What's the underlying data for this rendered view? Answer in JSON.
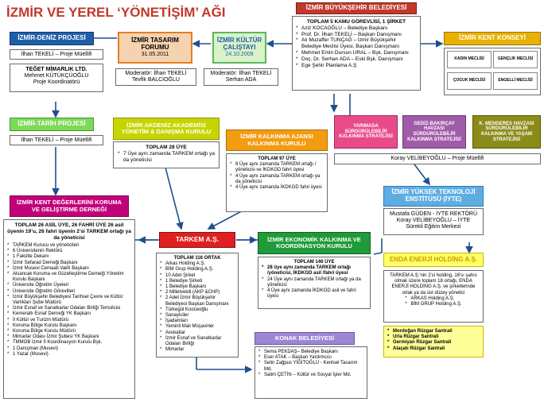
{
  "page_title": "İZMİR VE YEREL ‘YÖNETİŞİM’ AĞI",
  "izmir_buyuksehir": {
    "title": "İZMİR BÜYÜKŞEHİR BELEDİYESİ",
    "heading": "TOPLAM 5 KAMU GÖREVLİSİ, 1 ŞİRKET",
    "items": [
      "Aziz KOCAOĞLU – Belediye Başkanı",
      "Prof. Dr. İlhan TEKELİ – Başkan Danışmanı",
      "Alı Muzaffer TUNÇAĞ – İzmir Büyükşehir Belediye Meclisi Üyesi, Başkan Danışmanı",
      "Mehmet Emin Dursun URAL – Bşk. Danışmanı",
      "Doç. Dr. Serhan ADA – Eski Bşk. Danışmanı",
      "Ege Şehir Planlama A.Ş"
    ]
  },
  "kent_konseyi": {
    "title": "İZMİR KENT KONSEYİ",
    "cells": [
      "KADIN MECLİSİ",
      "GENÇLİK MECLİSİ",
      "ÇOCUK MECLİSİ",
      "ENGELLİ MECLİSİ"
    ]
  },
  "deniz_projesi": {
    "title": "İZMİR-DENİZ PROJESİ",
    "line1": "İlhan TEKELİ – Proje Müellifi",
    "line2": "TEĞET MİMARLIK LTD.",
    "line3": "Mehmet KÜTÜKÇÜOĞLU",
    "line4": "Proje Koordinatörü"
  },
  "tasarim_forumu": {
    "title": "İZMİR TASARIM FORUMU",
    "date": "31.05.2011",
    "line1": "Moderatör: İlhan TEKELİ",
    "line2": "Tevfik BALCIOĞLU"
  },
  "kultur_calistayi": {
    "title": "İZMİR KÜLTÜR ÇALIŞTAYI",
    "date": "24.10.2009",
    "line1": "Moderatör: İlhan TEKELİ",
    "line2": "Serhan ADA"
  },
  "tarih_projesi": {
    "title": "İZMİR-TARİH PROJESİ",
    "line1": "İlhan TEKELİ – Proje Müellifi"
  },
  "akdeniz_akademisi": {
    "title": "İZMİR AKDENİZ AKADEMİSİ YÖNETİM & DANIŞMA KURULU",
    "heading": "TOPLAM 28 ÜYE",
    "items": [
      "7 Üye aynı zamanda TARKEM ortağı ya da yöneticisi"
    ]
  },
  "kalkinma_ajansi": {
    "title": "İZMİR KALKINMA AJANSI KALKINMA KURULU",
    "heading": "TOPLAM 97 ÜYE",
    "items": [
      "8 Üye aynı zamanda TARKEM ortağı / yöneticisi ve İKDKGD fahri üyesi",
      "4 Üye aynı zamanda TARKEM ortağı ya da yöneticisi",
      "4 Üye aynı zamanda İKDKGD fahri üyesi"
    ]
  },
  "strategies": [
    "YARIMADA SÜRDÜRÜLEBİLİR KALKINMA STRATEJİSİ",
    "GEDİZ-BAKIRÇAY HAVZASI SÜRDÜRÜLEBİLİR KALKINMA STRATEJİSİ",
    "K. MENDERES HAVZASI SÜRDÜRÜLEBİLİR KALKINMA VE YAŞAM STRATEJİSİ"
  ],
  "koray_box": "Koray VELİBEYOĞLU – Proje Müellifi",
  "iyte": {
    "title": "İZMİR YÜKSEK TEKNOLOJİ ENSTİTÜSÜ (İYTE)",
    "line1": "Mustafa GÜDEN - İYTE REKTÖRÜ",
    "line2": "Koray VELİBEYOĞLU – İYTE",
    "line3": "Sürekli Eğitim Merkezi"
  },
  "kent_degerleri": {
    "title": "İZMİR KENT DEĞERLERİNİ KORUMA VE GELİŞTİRME DERNEĞİ",
    "heading": "TOPLAM 26 ASİL ÜYE, 26 FAHRİ ÜYE 26 asil üyenin 19’u, 26 fahri üyenin 2’si TARKEM ortağı ya da yöneticisi",
    "items": [
      "TARKEM Kurucu ve yöneticileri",
      "6 Üniversitenin Rektörü",
      "1 Fakülte Dekanı",
      "İzmir Sefarad Derneği Başkanı",
      "İzmir Musevi Cemaati Vakfı Başkanı",
      "Alsancak Koruma ve Güzelleştirme Derneği Yönetim Kurulu Başkanı",
      "Üniversite Öğretim Üyeleri",
      "Üniversite Öğretim Görevlileri",
      "İzmir Büyükşehir Belediyesi Tarihsel Çevre ve Kültür Varlıkları Şube Müdürü",
      "İzmir Esnaf ve Sanatkarlar Odaları Birliği Temsilcisi",
      "Kemeraltı Esnaf Derneği YK Başkanı",
      "İl Kültür ve Turizm Müdürü",
      "Koruma Bölge Kurulu Başkanı",
      "Koruma Bölge Kurulu Müdürü",
      "Mimarlar Odası İzmir Şubesi YK Başkanı",
      "TMMOB İzmir İl Koordinasyon Kurulu Bşk.",
      "1 Danışman (Musevi)",
      "1 Yazar (Musevi)"
    ]
  },
  "tarkem": {
    "title": "TARKEM A.Ş.",
    "heading": "TOPLAM 116 ORTAK",
    "items": [
      "Arkas Holding A.Ş.",
      "BİM Grup Holding A.Ş.",
      "10 Adet Şirket",
      "1 Belediye Şirketi",
      "1 Belediye Başkanı",
      "2 Milletvekili (AKP &CHP)",
      "2 Adet İzmir Büyükşehir Belediyesi Başkan Danışmanı",
      "Türkegül Kooceoğlu",
      "Sanayiciler",
      "İşadamları",
      "Yeminli Mali Müşavirler",
      "Avukatlar",
      "İzmir Esnaf ve Sanatkarlar Odaları Birliği",
      "Mimarlar"
    ]
  },
  "ekonomik_kalkinma": {
    "title": "İZMİR EKONOMİK KALKINMA VE KOORDİNASYON KURULU",
    "heading": "TOPLAM 146 ÜYE",
    "items": [
      "28 üye aynı zamanda TARKEM ortağı /yöneticisi, İKDKGD asil /fahri üyesi",
      "24 Üye aynı zamanda TARKEM ortağı ya da yöneticisi",
      "4 Üye aynı zamanda İKDKGD asil ve fahri üyesi"
    ]
  },
  "enda": {
    "title": "ENDA ENERJİ HOLDİNG A.Ş.",
    "text": "TARKEM A.Ş.'nin 2'si holding, 16'sı şahıs olmak üzere toplam 18 ortağı, ENDA ENERJİ HOLDİNG A.Ş. ve şirketlerinde ortak ya da üst düzey yönetici",
    "items": [
      "ARKAS Holding A.Ş.",
      "BİM GRUP Holding A.Ş."
    ],
    "plants": [
      "Mordoğan Rüzgar Santrali",
      "Urla Rüzgar Santrali",
      "Germiyan Rüzgar Santrali",
      "Alaçatı Rüzgar Santrali"
    ]
  },
  "konak": {
    "title": "KONAK BELEDİYESİ",
    "items": [
      "Sema PEKDAŞ– Belediye Başkanı",
      "Eser ATAK – Başkan Yardımcısı",
      "Selin Zağpus YİĞİTOĞLU - Kentsel Tasarım Md.",
      "Salim ÇETİN – Kültür ve Sosyal İşler Md."
    ]
  },
  "colors": {
    "title_red": "#c0392b",
    "navy_blue": "#1f5fa8",
    "orange": "#e67e22",
    "green": "#5cb85c",
    "lime": "#c8d400",
    "olive": "#8b8b1a",
    "magenta": "#c2007a",
    "pink": "#e84b8a",
    "sky": "#5dade2",
    "red": "#e02020",
    "lavender": "#9b87d4",
    "gold": "#e8b000",
    "light_yellow": "#ffff99"
  }
}
